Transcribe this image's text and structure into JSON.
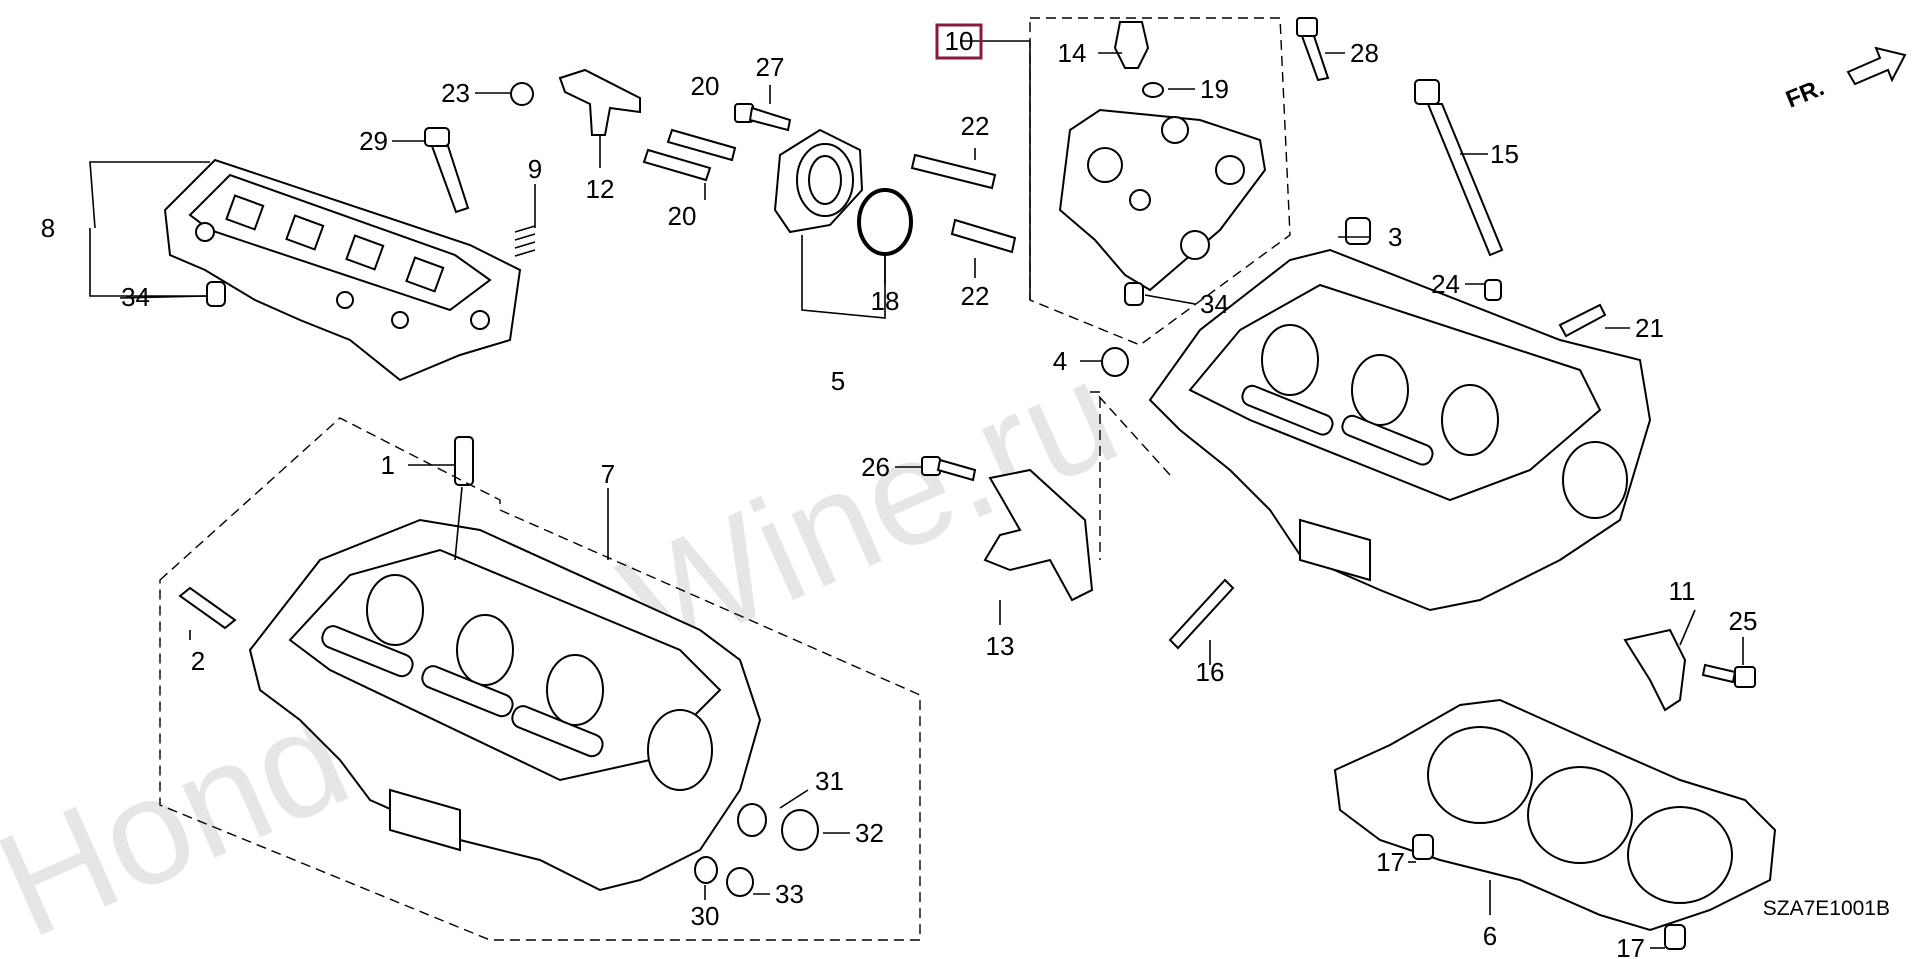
{
  "diagram_code": "SZA7E1001B",
  "direction_label": "FR.",
  "watermark": "HondaCarWine.ru",
  "highlighted_ref": "10",
  "callouts": [
    "1",
    "2",
    "3",
    "4",
    "5",
    "6",
    "7",
    "8",
    "9",
    "10",
    "11",
    "12",
    "13",
    "14",
    "15",
    "16",
    "17",
    "17",
    "18",
    "19",
    "20",
    "20",
    "21",
    "22",
    "22",
    "23",
    "24",
    "25",
    "26",
    "27",
    "28",
    "29",
    "30",
    "31",
    "32",
    "33",
    "34",
    "34"
  ],
  "colors": {
    "highlight_box": "#8b1a3a",
    "ink": "#000000",
    "watermark": "#e6e6e6"
  },
  "icons": [
    "front-direction-arrow-icon"
  ]
}
